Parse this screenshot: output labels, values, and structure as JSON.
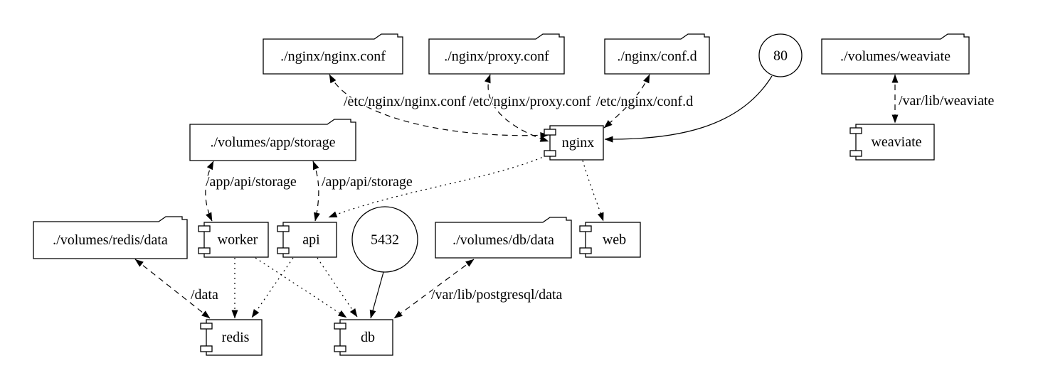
{
  "diagram": {
    "background": "#ffffff",
    "stroke_color": "#000000",
    "nodes": [
      {
        "id": "nginx-conf-volume",
        "label": "./nginx/nginx.conf",
        "shape": "folder"
      },
      {
        "id": "proxy-conf-volume",
        "label": "./nginx/proxy.conf",
        "shape": "folder"
      },
      {
        "id": "conf-d-volume",
        "label": "./nginx/conf.d",
        "shape": "folder"
      },
      {
        "id": "port-80",
        "label": "80",
        "shape": "circle"
      },
      {
        "id": "volumes-weaviate",
        "label": "./volumes/weaviate",
        "shape": "folder"
      },
      {
        "id": "volumes-app-storage",
        "label": "./volumes/app/storage",
        "shape": "folder"
      },
      {
        "id": "nginx",
        "label": "nginx",
        "shape": "component"
      },
      {
        "id": "weaviate",
        "label": "weaviate",
        "shape": "component"
      },
      {
        "id": "volumes-redis-data",
        "label": "./volumes/redis/data",
        "shape": "folder"
      },
      {
        "id": "worker",
        "label": "worker",
        "shape": "component"
      },
      {
        "id": "api",
        "label": "api",
        "shape": "component"
      },
      {
        "id": "port-5432",
        "label": "5432",
        "shape": "circle"
      },
      {
        "id": "volumes-db-data",
        "label": "./volumes/db/data",
        "shape": "folder"
      },
      {
        "id": "web",
        "label": "web",
        "shape": "component"
      },
      {
        "id": "redis",
        "label": "redis",
        "shape": "component"
      },
      {
        "id": "db",
        "label": "db",
        "shape": "component"
      }
    ],
    "edges": [
      {
        "from": "nginx",
        "to": "nginx-conf-volume",
        "style": "dashed",
        "dir": "both",
        "label": "/etc/nginx/nginx.conf"
      },
      {
        "from": "nginx",
        "to": "proxy-conf-volume",
        "style": "dashed",
        "dir": "both",
        "label": "/etc/nginx/proxy.conf"
      },
      {
        "from": "nginx",
        "to": "conf-d-volume",
        "style": "dashed",
        "dir": "both",
        "label": "/etc/nginx/conf.d"
      },
      {
        "from": "port-80",
        "to": "nginx",
        "style": "solid",
        "dir": "forward"
      },
      {
        "from": "volumes-weaviate",
        "to": "weaviate",
        "style": "dashed",
        "dir": "both",
        "label": "/var/lib/weaviate"
      },
      {
        "from": "volumes-app-storage",
        "to": "worker",
        "style": "dashed",
        "dir": "both",
        "label": "/app/api/storage"
      },
      {
        "from": "volumes-app-storage",
        "to": "api",
        "style": "dashed",
        "dir": "both",
        "label": "/app/api/storage"
      },
      {
        "from": "volumes-redis-data",
        "to": "redis",
        "style": "dashed",
        "dir": "both",
        "label": "/data"
      },
      {
        "from": "volumes-db-data",
        "to": "db",
        "style": "dashed",
        "dir": "both",
        "label": "/var/lib/postgresql/data"
      },
      {
        "from": "port-5432",
        "to": "db",
        "style": "solid",
        "dir": "forward"
      },
      {
        "from": "nginx",
        "to": "api",
        "style": "dotted",
        "dir": "forward"
      },
      {
        "from": "nginx",
        "to": "web",
        "style": "dotted",
        "dir": "forward"
      },
      {
        "from": "worker",
        "to": "redis",
        "style": "dotted",
        "dir": "forward"
      },
      {
        "from": "worker",
        "to": "db",
        "style": "dotted",
        "dir": "forward"
      },
      {
        "from": "api",
        "to": "redis",
        "style": "dotted",
        "dir": "forward"
      },
      {
        "from": "api",
        "to": "db",
        "style": "dotted",
        "dir": "forward"
      }
    ]
  }
}
